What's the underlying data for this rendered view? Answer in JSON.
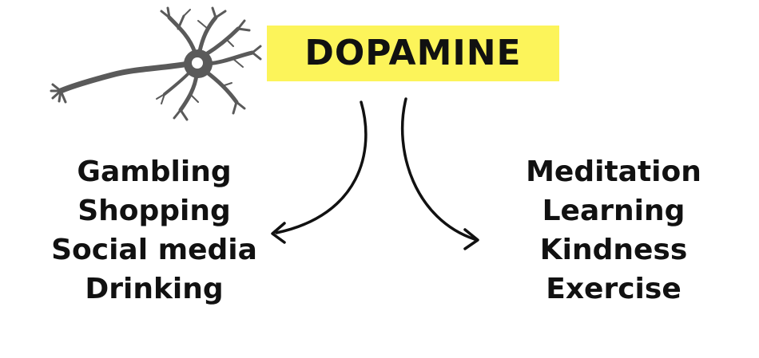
{
  "title": "DOPAMINE",
  "colors": {
    "highlight": "#fcf45a",
    "ink": "#111111",
    "neuron": "#5a5a5a"
  },
  "icons": {
    "neuron": "neuron-icon"
  },
  "left_list": {
    "items": [
      "Gambling",
      "Shopping",
      "Social media",
      "Drinking"
    ]
  },
  "right_list": {
    "items": [
      "Meditation",
      "Learning",
      "Kindness",
      "Exercise"
    ]
  }
}
